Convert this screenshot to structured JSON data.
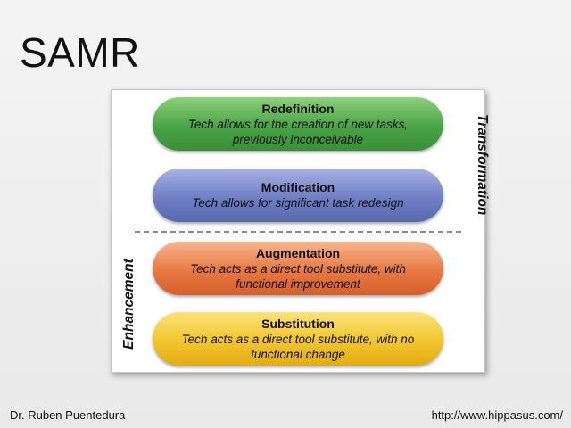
{
  "slide": {
    "title": "SAMR",
    "footer_left": "Dr. Ruben Puentedura",
    "footer_right": "http://www.hippasus.com/"
  },
  "diagram": {
    "levels": [
      {
        "name": "Redefinition",
        "description": "Tech allows for the creation of new tasks, previously inconceivable",
        "color": "#4aa347"
      },
      {
        "name": "Modification",
        "description": "Tech allows for significant task redesign",
        "color": "#6f7fc4"
      },
      {
        "name": "Augmentation",
        "description": "Tech acts as a direct tool substitute, with functional improvement",
        "color": "#e77843"
      },
      {
        "name": "Substitution",
        "description": "Tech acts as a direct tool substitute, with no functional change",
        "color": "#f2c52e"
      }
    ],
    "group_labels": {
      "upper": "Transformation",
      "lower": "Enhancement"
    }
  }
}
